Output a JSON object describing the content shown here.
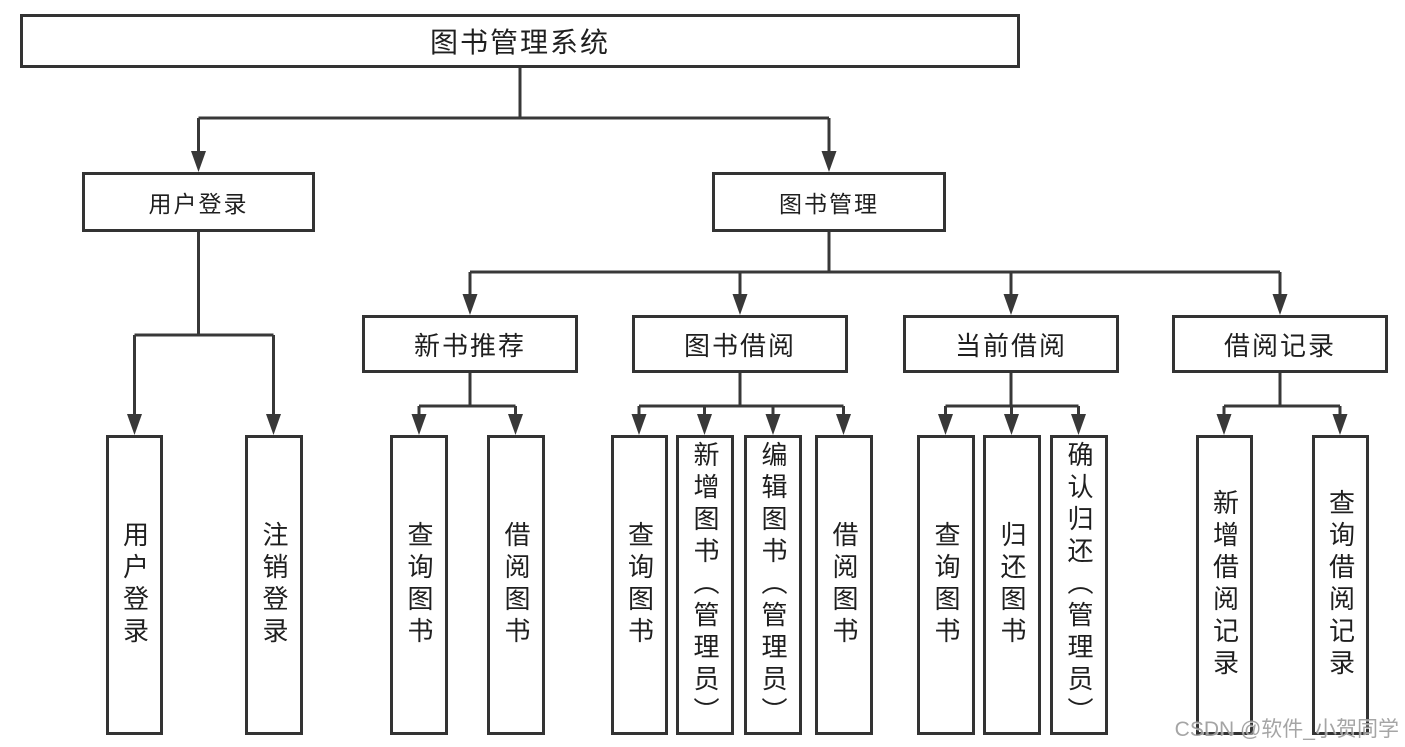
{
  "tree": {
    "label": "图书管理系统",
    "children": [
      {
        "label": "用户登录",
        "children": [
          {
            "label": "用户登录"
          },
          {
            "label": "注销登录"
          }
        ]
      },
      {
        "label": "图书管理",
        "children": [
          {
            "label": "新书推荐",
            "children": [
              {
                "label": "查询图书"
              },
              {
                "label": "借阅图书"
              }
            ]
          },
          {
            "label": "图书借阅",
            "children": [
              {
                "label": "查询图书"
              },
              {
                "label": "新增图书（管理员）"
              },
              {
                "label": "编辑图书（管理员）"
              },
              {
                "label": "借阅图书"
              }
            ]
          },
          {
            "label": "当前借阅",
            "children": [
              {
                "label": "查询图书"
              },
              {
                "label": "归还图书"
              },
              {
                "label": "确认归还（管理员）"
              }
            ]
          },
          {
            "label": "借阅记录",
            "children": [
              {
                "label": "新增借阅记录"
              },
              {
                "label": "查询借阅记录"
              }
            ]
          }
        ]
      }
    ]
  },
  "watermark": "CSDN @软件_小贺同学",
  "colors": {
    "line": "#383838",
    "box_border": "#333333",
    "text": "#1f1f1f",
    "watermark": "#9e9e9e",
    "background": "#ffffff"
  }
}
